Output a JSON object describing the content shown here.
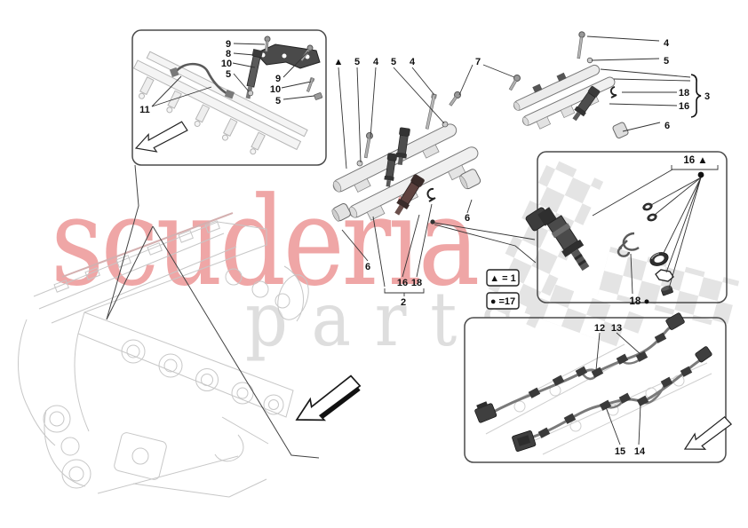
{
  "watermark": {
    "brand": "scuderia",
    "sub": "parts"
  },
  "legend": {
    "items": [
      "▲ = 1",
      "● =17"
    ]
  },
  "callouts": {
    "top_left": [
      "9",
      "8",
      "10",
      "5",
      "9",
      "10",
      "5",
      "11"
    ],
    "main": [
      "▲",
      "5",
      "4",
      "5",
      "4",
      "7",
      "6",
      "6",
      "16",
      "18",
      "2"
    ],
    "right_rail": [
      "4",
      "5",
      "18",
      "3",
      "16",
      "6"
    ],
    "detail": [
      "16 ▲",
      "18 ●"
    ],
    "harness": [
      "12",
      "13",
      "15",
      "14"
    ]
  },
  "colors": {
    "watermark_red": "#efa6a6",
    "watermark_gray": "#dedede",
    "checker_gray": "#e3e3e3",
    "outline_black": "#1a1a1a",
    "faint_gray": "#c7c7c7",
    "part_dark": "#474747",
    "part_light": "#ececec",
    "injector_maroon": "#5f4340"
  }
}
